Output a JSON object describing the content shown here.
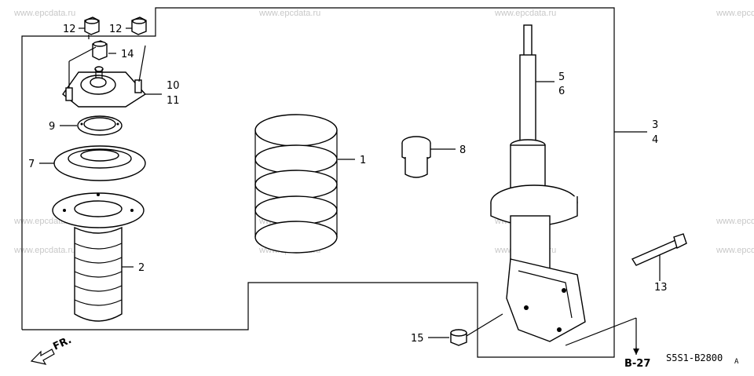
{
  "watermark": "www.epcdata.ru",
  "callouts": {
    "c1": "1",
    "c2": "2",
    "c3": "3",
    "c4": "4",
    "c5": "5",
    "c6": "6",
    "c7": "7",
    "c8": "8",
    "c9": "9",
    "c10": "10",
    "c11": "11",
    "c12a": "12",
    "c12b": "12",
    "c13": "13",
    "c14": "14",
    "c15": "15"
  },
  "ref": "B-27",
  "front_marker": "FR.",
  "diagram_code": "S5S1-B2800",
  "diagram_suffix": "A"
}
